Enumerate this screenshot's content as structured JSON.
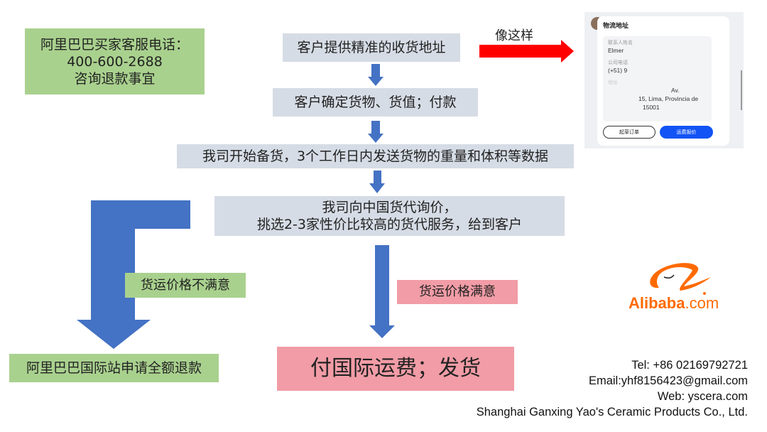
{
  "hotline": {
    "line1": "阿里巴巴买家客服电话：",
    "line2": "400-600-2688",
    "line3": "咨询退款事宜"
  },
  "steps": [
    "客户提供精准的收货地址",
    "客户确定货物、货值；付款",
    "我司开始备货，3个工作日内发送货物的重量和体积等数据"
  ],
  "step4": {
    "line1": "我司向中国货代询价，",
    "line2": "挑选2-3家性价比较高的货代服务，给到客户"
  },
  "example_label": "像这样",
  "not_satisfied": "货运价格不满意",
  "satisfied": "货运价格满意",
  "refund": "阿里巴巴国际站申请全额退款",
  "ship": "付国际运费；发货",
  "screenshot": {
    "title": "物流地址",
    "contact_label": "联系人姓名",
    "contact_value": "Elmer",
    "phone_label": "公司电话",
    "phone_value": "(+51) 9",
    "address_label": "地址",
    "address_line1": "Av.",
    "address_line2": "15, Lima, Provincia de",
    "address_line3": "15001",
    "draft_button": "起草订单",
    "quote_button": "运费报价"
  },
  "logo": {
    "name": "Alibaba",
    "suffix": ".com"
  },
  "contact": {
    "tel": "Tel: +86 02169792721",
    "email": "Email:yhf8156423@gmail.com",
    "web": "Web: yscera.com",
    "company": "Shanghai Ganxing Yao's Ceramic Products Co., Ltd."
  },
  "colors": {
    "arrow": "#4472c4",
    "red_arrow": "#ff0000",
    "green": "#a9d18e",
    "gray": "#d6dce5",
    "pink": "#f19ca6",
    "orange": "#ff6a00"
  }
}
